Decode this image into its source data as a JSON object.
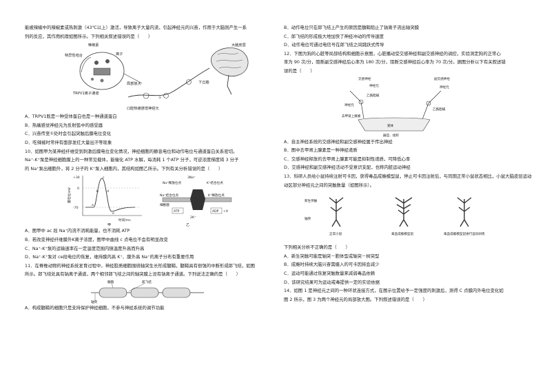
{
  "left": {
    "q9_lines": [
      "能被辣椒中的辣椒素或热刺激（43℃以上）激活，导致离子大量内流，引起神经元的兴奋，作用于大脑则产生一系",
      "列的反应，其作用机理如图所示。下列相关叙述错误的是（　　）"
    ],
    "fig9": {
      "capsaicin": "辣椒素",
      "specific_binding": "特异性结合",
      "ion": "离子",
      "channel": "TRPV1离子通道",
      "local_zoom": "局部放大",
      "cortex": "大脑皮层",
      "hypothalamus": "下丘脑",
      "neuron": "口腔热痛感觉神经元"
    },
    "q9_options": [
      "A．TRPV1既是一种受体蛋白也是一种通道蛋白",
      "B．热痛感觉神经元为反射弧中的感受器",
      "C．兴奋传至①处时会引起突触后膜电位变化",
      "D．吃辣椒时常伴有面部发红大量出汗等现象"
    ],
    "q10_lines": [
      "10．如图甲为某神经纤维受到刺激后膜电位变化情况，神经细胞的静息电位和动作电位与通道蛋白关系密切。",
      "Na⁺-K⁺泵是神经细胞膜上的一种常见载体，能催化 ATP 水解，每消耗 1 个ATP 分子，可逆浓度梯度将 3 分子",
      "的 Na⁺泵出细胞外，将 2 分子的 K⁺泵入细胞内，其结构如图乙所示。下列有关分析错误的是（　　）"
    ],
    "fig10": {
      "y_axis_label": "膜电位/mV",
      "y_ticks": [
        "+30",
        "0",
        "-70"
      ],
      "points": [
        "a",
        "b",
        "c",
        "d",
        "e"
      ],
      "x_axis_label": "时间/ms",
      "label_jia": "甲",
      "label_yi": "乙",
      "na_out": "3Na⁺",
      "na_release_site": "Na⁺释放位点",
      "k_binding_site": "K⁺结合位点",
      "na_binding_site": "Na⁺结合位点",
      "k_release_site": "K⁺释放位点",
      "membrane": "细胞膜",
      "atp": "ATP",
      "adp": "ADP",
      "pi": "+X",
      "k_in": "2K⁺"
    },
    "q10_options": [
      "A．图甲中 ac 段 Na⁺内流不消耗能量，也不消耗 ATP",
      "B．若改变神经纤维膜外K离子浓度，图甲中曲线 c 点电位不会有明显改变",
      "C．Na⁺-K⁺泵的运输速率在一定温度范围内随温度升高而升高",
      "D．Na⁺-K⁺泵对 ce段电位的恢复，维持膜内高 K⁺、膜外高 Na⁺的离子分布有重要作用"
    ],
    "q11_lines": [
      "11．在脊椎动物的神经系统发育过程中，神经胶质细胞围绕轴突生长形成髓鞘，髓鞘具有很强的中断形成郎飞结，如图",
      "所示。郎飞结处具有钠离子通道，两个相邻郎飞结之间的轴突膜上没有钠离子通道。下列说法正确的是（　　）"
    ],
    "fig11": {
      "myelin": "髓鞘",
      "node": "郎飞结",
      "axon": "轴突"
    },
    "q11_option_a": "A．构成髓鞘的细胞只是支持保护神经细胞，不参与神经系统的调节功能"
  },
  "right": {
    "q11_rest": [
      "B．动作电位只在郎飞结上产生的原因是髓鞘阻止了钠离子流出轴突膜",
      "C．郎飞结的形成极大地加快了神经冲动的传导速度",
      "D．动作电位可通过电信号在郎飞结之间跳跃式传导"
    ],
    "q12_lines": [
      "12．下图为狗的心脏等局部结构和细胞示意图，心脏播动受交感神经和副交感神经的调控，实验测定狗的正常心",
      "率为 90 次/分，阻断副交感神经后心率为 180 次/分，阻断交感神经后心率为 70 次/分。据图分析以下有关叙述错",
      "误的是（　　）"
    ],
    "fig12": {
      "sympathetic": "交感神经",
      "parasympathetic": "副交感神经",
      "neuron_a": "神经元",
      "neuron_b": "神经元",
      "neuron_c": "神经元",
      "ach": "乙酰胆碱",
      "adrenaline": "去甲肾上腺素",
      "receptor": "受体",
      "organ": "器官、组织",
      "ach2": "乙酰胆碱"
    },
    "q12_options": [
      "A．自主神经系统的交感神经和副交感神经属于传出神经",
      "B．图中去甲肾上腺素是一种神经递质",
      "C．交感神经释放的去甲肾上腺素可能是抑制性递质，可降低心率",
      "D．交感神经和副交感神经活动不受意识支配，也称内脏运动神经"
    ],
    "q13_lines": [
      "13．科研人员给小鼠持续注射可卡因，获得毒品成瘾模型鼠，停止可卡因注射后，与同期正常小鼠状态相比，小鼠大脑皮层运动",
      "动区部分神经元之间的突触数量（如图所示）。"
    ],
    "fig13": {
      "new_synapse": "新生突触",
      "axon": "轴突",
      "normal": "正常小鼠",
      "addicted": "毒品成瘾模型鼠",
      "trained": "毒品成瘾模型鼠进行运动训练"
    },
    "q13_question": "下列相关分析不正确的是（　　）",
    "q13_options": [
      "A．新生突触可能是轴突－胞体型或轴突－树突型",
      "B．成瘾时持续大脑兴奋需摄入的可卡因将会减少",
      "C．运动可能通过恢复突触数量来减弱毒品依赖",
      "D．该研究结果可为运动戒毒提供一定的实验依据"
    ],
    "q14_lines": [
      "14．如图 1 是神经元之间的一种环状连接方式，在图示位置给予一定强度的刺激后，测得 C 点膜内外电位变化如",
      "图 2 所示，图 3 为两个神经元的局部放大图。下列叙述错误的是（　　）"
    ]
  }
}
